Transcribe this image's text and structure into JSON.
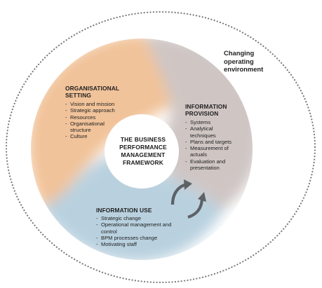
{
  "environment": {
    "lines": [
      "Changing",
      "operating",
      "environment"
    ]
  },
  "center": {
    "lines": [
      "THE BUSINESS",
      "PERFORMANCE",
      "MANAGEMENT",
      "FRAMEWORK"
    ]
  },
  "sections": {
    "organisational_setting": {
      "heading_lines": [
        "ORGANISATIONAL",
        "SETTING"
      ],
      "items": [
        "Vision and mission",
        "Strategic approach",
        "Resources",
        "Organisational structure",
        "Culture"
      ],
      "color": "#f1c39a"
    },
    "information_provision": {
      "heading_lines": [
        "INFORMATION",
        "PROVISION"
      ],
      "items": [
        "Systems",
        "Analytical techniques",
        "Plans and targets",
        "Measurement of actuals",
        "Evaluation and presentation"
      ],
      "color": "#cfc6c4"
    },
    "information_use": {
      "heading_lines": [
        "INFORMATION USE"
      ],
      "items": [
        "Strategic change",
        "Operational management and control",
        "BPM processes change",
        "Motivating staff"
      ],
      "color": "#b9d1df"
    }
  },
  "item_marker": "-",
  "colors": {
    "boundary_dots": "#7a7a7a",
    "arrows": "#5d6166",
    "center_fill": "#ffffff"
  }
}
